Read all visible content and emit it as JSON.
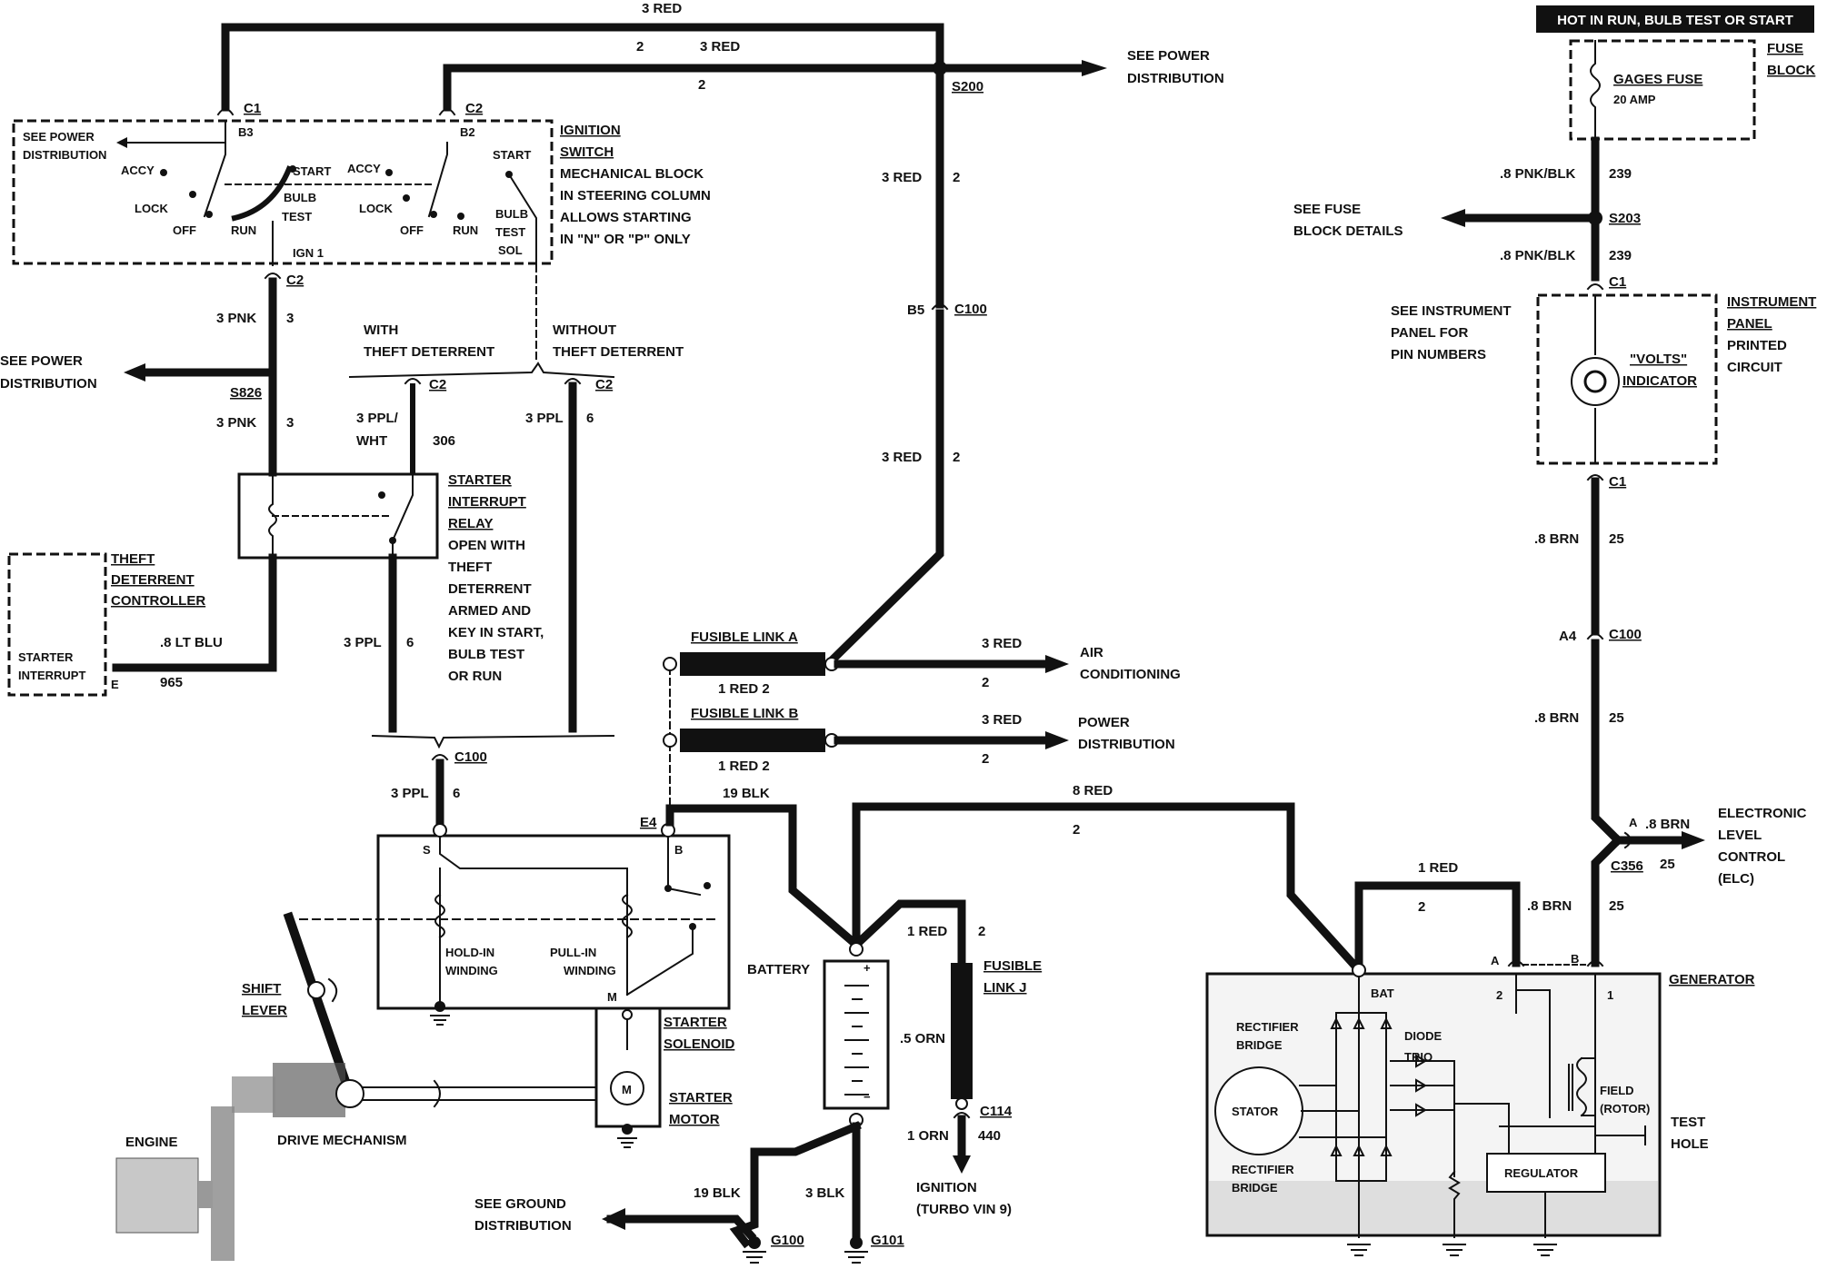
{
  "header_banner": "HOT IN RUN, BULB TEST OR START",
  "wires": {
    "top_3red": "3 RED",
    "c2_2": "2",
    "c2_3red": "3 RED",
    "c2_2b": "2",
    "right_3red_a": "3 RED",
    "right_2_a": "2",
    "right_3red_b": "3 RED",
    "right_2_b": "2",
    "pnk_3a": "3 PNK",
    "pnk_3a_num": "3",
    "pnk_3b": "3 PNK",
    "pnk_3b_num": "3",
    "ppl_wht": "3 PPL/",
    "ppl_wht2": "WHT",
    "ppl_306": "306",
    "ppl_3_right": "3 PPL",
    "ppl_6_right": "6",
    "ppl_3_relay": "3 PPL",
    "ppl_6_relay": "6",
    "ppl_3_sol": "3 PPL",
    "ppl_6_sol": "6",
    "lt_blu": ".8 LT BLU",
    "lt_blu_num": "965",
    "blk19": "19 BLK",
    "red8": "8 RED",
    "red8_num": "2",
    "red1_gen": "1 RED",
    "red1_gen_num": "2",
    "red1_j": "1 RED",
    "red1_j_num": "2",
    "orn5": ".5 ORN",
    "orn1": "1 ORN",
    "orn1_num": "440",
    "blk19_gnd": "19 BLK",
    "blk3": "3 BLK",
    "fla_3red": "3 RED",
    "fla_2": "2",
    "flb_3red": "3 RED",
    "flb_2": "2",
    "fla_under": "1 RED 2",
    "flb_under": "1 RED 2",
    "pnkblk_a": ".8 PNK/BLK",
    "pnkblk_a_num": "239",
    "pnkblk_b": ".8 PNK/BLK",
    "pnkblk_b_num": "239",
    "brn_a": ".8 BRN",
    "brn_a_num": "25",
    "brn_b": ".8 BRN",
    "brn_b_num": "25",
    "brn_c": ".8 BRN",
    "brn_c_num": "25",
    "brn_elc": ".8 BRN",
    "brn_elc_num": "25"
  },
  "connectors": {
    "c1_top": "C1",
    "b3": "B3",
    "c2_top": "C2",
    "b2": "B2",
    "s200": "S200",
    "c2_ign": "C2",
    "s826": "S826",
    "c2_theft": "C2",
    "c2_without": "C2",
    "b5": "B5",
    "c100_right": "C100",
    "c100_sol": "C100",
    "e4": "E4",
    "c114": "C114",
    "g100": "G100",
    "g101": "G101",
    "s203": "S203",
    "c1_ip_top": "C1",
    "c1_ip_bot": "C1",
    "a4": "A4",
    "c100_gen": "C100",
    "c356": "C356",
    "elc_a": "A",
    "gen_a": "A",
    "gen_b": "B",
    "pin_e": "E",
    "pin_s": "S",
    "pin_b": "B",
    "pin_m": "M",
    "gen_2": "2",
    "gen_1": "1",
    "bat": "BAT"
  },
  "labels": {
    "see_power_dist_top": "SEE POWER",
    "see_power_dist_top2": "DISTRIBUTION",
    "see_power_left": "SEE POWER",
    "see_power_left2": "DISTRIBUTION",
    "see_power_right_1": "SEE POWER",
    "see_power_right_2": "DISTRIBUTION",
    "ignition_switch": "IGNITION",
    "ignition_switch2": "SWITCH",
    "ign_desc1": "MECHANICAL BLOCK",
    "ign_desc2": "IN STEERING COLUMN",
    "ign_desc3": "ALLOWS STARTING",
    "ign_desc4": "IN \"N\" OR \"P\" ONLY",
    "accy_l": "ACCY",
    "lock_l": "LOCK",
    "off_l": "OFF",
    "run_l": "RUN",
    "start_l": "START",
    "bulb_l": "BULB",
    "test_l": "TEST",
    "ign1": "IGN 1",
    "accy_r": "ACCY",
    "lock_r": "LOCK",
    "off_r": "OFF",
    "run_r": "RUN",
    "start_r": "START",
    "bulb_r": "BULB",
    "test_r": "TEST",
    "sol_r": "SOL",
    "with_theft1": "WITH",
    "with_theft2": "THEFT DETERRENT",
    "without_theft1": "WITHOUT",
    "without_theft2": "THEFT DETERRENT",
    "relay1": "STARTER",
    "relay2": "INTERRUPT",
    "relay3": "RELAY",
    "relay4": "OPEN WITH",
    "relay5": "THEFT",
    "relay6": "DETERRENT",
    "relay7": "ARMED AND",
    "relay8": "KEY IN START,",
    "relay9": "BULB TEST",
    "relay10": "OR RUN",
    "tdc1": "THEFT",
    "tdc2": "DETERRENT",
    "tdc3": "CONTROLLER",
    "starter_interrupt1": "STARTER",
    "starter_interrupt2": "INTERRUPT",
    "fusible_a": "FUSIBLE LINK A",
    "fusible_b": "FUSIBLE LINK B",
    "air1": "AIR",
    "air2": "CONDITIONING",
    "pd1": "POWER",
    "pd2": "DISTRIBUTION",
    "hold_in1": "HOLD-IN",
    "hold_in2": "WINDING",
    "pull_in1": "PULL-IN",
    "pull_in2": "WINDING",
    "starter_sol1": "STARTER",
    "starter_sol2": "SOLENOID",
    "starter_motor1": "STARTER",
    "starter_motor2": "MOTOR",
    "motor_m": "M",
    "shift1": "SHIFT",
    "shift2": "LEVER",
    "engine": "ENGINE",
    "drive": "DRIVE MECHANISM",
    "battery": "BATTERY",
    "fusible_j1": "FUSIBLE",
    "fusible_j2": "LINK J",
    "ignition1": "IGNITION",
    "ignition2": "(TURBO VIN 9)",
    "see_ground1": "SEE GROUND",
    "see_ground2": "DISTRIBUTION",
    "fuse_block1": "FUSE",
    "fuse_block2": "BLOCK",
    "gages_fuse": "GAGES FUSE",
    "amp": "20 AMP",
    "see_fuse1": "SEE FUSE",
    "see_fuse2": "BLOCK DETAILS",
    "see_ip1": "SEE INSTRUMENT",
    "see_ip2": "PANEL FOR",
    "see_ip3": "PIN NUMBERS",
    "ip1": "INSTRUMENT",
    "ip2": "PANEL",
    "ip3": "PRINTED",
    "ip4": "CIRCUIT",
    "volts1": "\"VOLTS\"",
    "volts2": "INDICATOR",
    "elc1": "ELECTRONIC",
    "elc2": "LEVEL",
    "elc3": "CONTROL",
    "elc4": "(ELC)",
    "generator": "GENERATOR",
    "rect1a": "RECTIFIER",
    "rect1b": "BRIDGE",
    "rect2a": "RECTIFIER",
    "rect2b": "BRIDGE",
    "diode1": "DIODE",
    "diode2": "TRIO",
    "stator": "STATOR",
    "field1": "FIELD",
    "field2": "(ROTOR)",
    "regulator": "REGULATOR",
    "test_hole1": "TEST",
    "test_hole2": "HOLE"
  }
}
